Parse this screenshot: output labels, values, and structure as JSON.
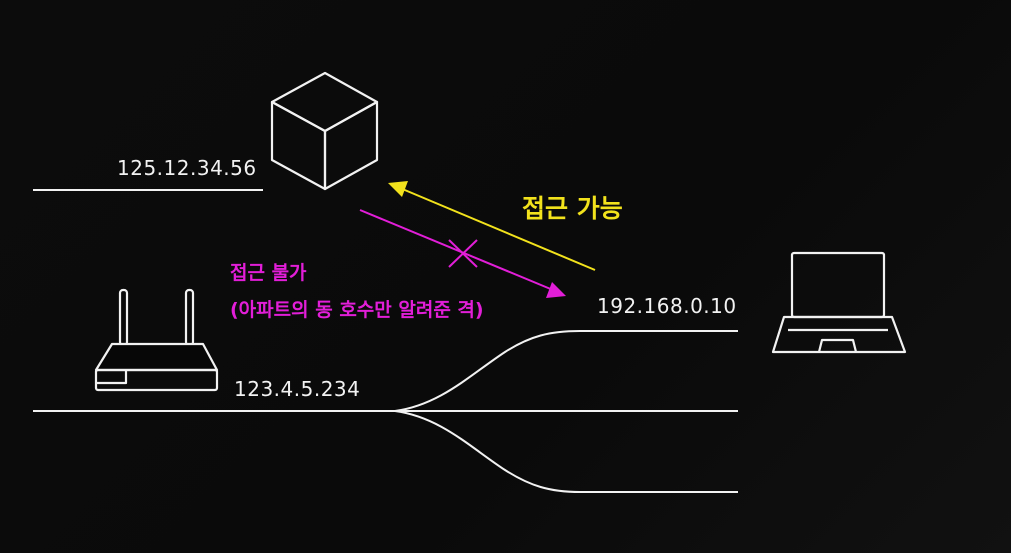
{
  "server": {
    "ip": "125.12.34.56"
  },
  "router": {
    "ip": "123.4.5.234"
  },
  "laptop": {
    "ip": "192.168.0.10"
  },
  "arrow_allowed": {
    "label": "접근 가능",
    "color": "#f2e21c"
  },
  "arrow_blocked": {
    "label_line1": "접근 불가",
    "label_line2": "(아파트의 동 호수만 알려준 격)",
    "color": "#e21ed8"
  },
  "icons": {
    "server": "cube-icon",
    "router": "router-icon",
    "laptop": "laptop-icon",
    "blocked": "cross-icon"
  },
  "colors": {
    "background": "#070707",
    "line": "#f2f2f2"
  }
}
